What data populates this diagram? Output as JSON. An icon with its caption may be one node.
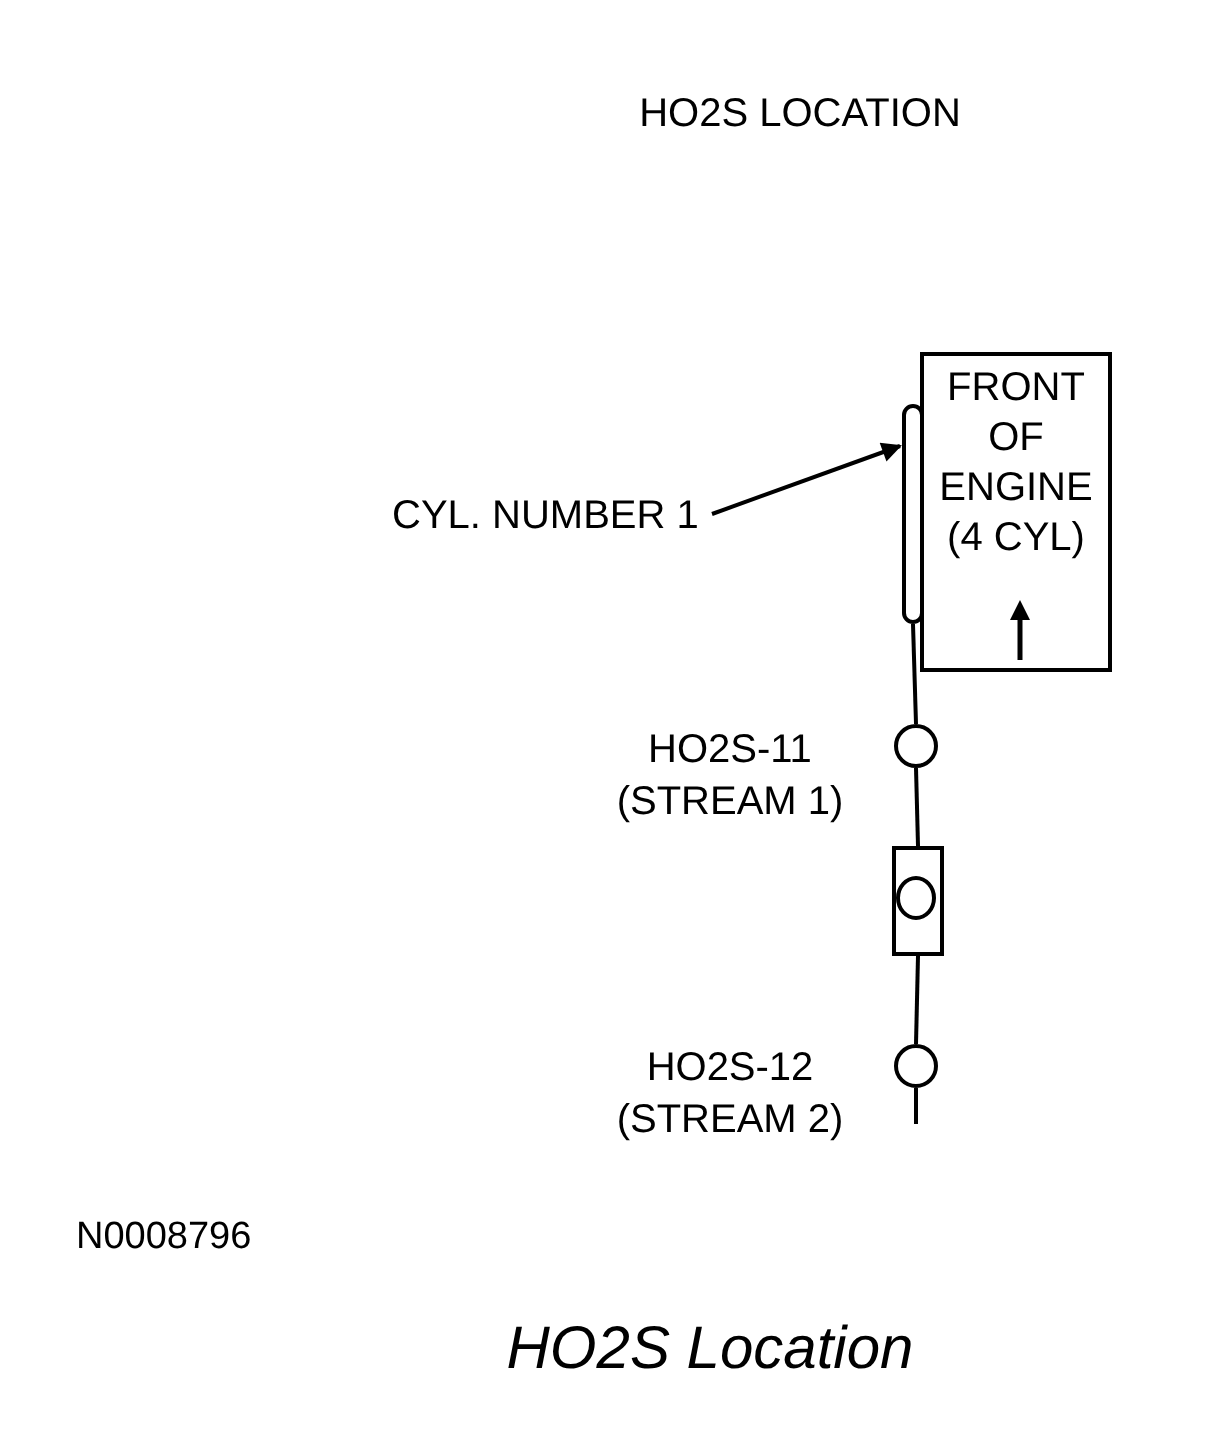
{
  "diagram": {
    "title": "HO2S LOCATION",
    "nodes": [
      {
        "text": [
          "FRONT OF ENGINE (4 CYL)"
        ]
      },
      {
        "text": [],
        "shape": "bar"
      },
      {
        "text": [
          "CYL. NUMBER 1"
        ]
      },
      {
        "text": [],
        "shape": "circle",
        "beside": [
          "HO2S-11 (STREAM 1)"
        ]
      },
      {
        "text": [],
        "shape": "box"
      },
      {
        "text": [],
        "shape": "circle",
        "beside": [
          "HO2S-12 (STREAM 2)"
        ]
      }
    ],
    "edges": [
      {
        "from": 2,
        "to": 1,
        "arrow": "to"
      },
      {
        "from": 1,
        "to": 3,
        "arrow": "none"
      },
      {
        "from": 3,
        "to": 4,
        "arrow": "none"
      },
      {
        "from": 4,
        "to": 5,
        "arrow": "none"
      },
      {
        "from": 5,
        "to": null,
        "arrow": "none"
      }
    ],
    "labels": [
      "N0008796"
    ],
    "caption": "HO2S Location"
  }
}
